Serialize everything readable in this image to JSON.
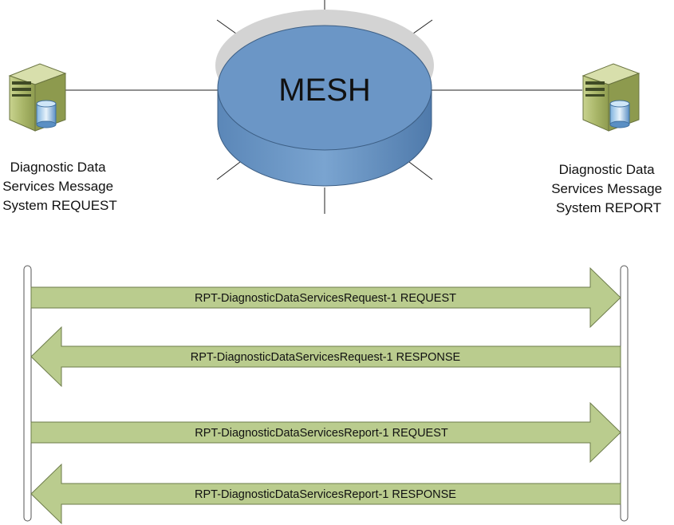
{
  "hub": {
    "title": "MESH"
  },
  "nodes": {
    "left": {
      "caption_lines": [
        "Diagnostic Data",
        "Services Message",
        "System REQUEST"
      ]
    },
    "right": {
      "caption_lines": [
        "Diagnostic Data",
        "Services Message",
        "System REPORT"
      ]
    }
  },
  "messages": [
    {
      "direction": "right",
      "label": "RPT-DiagnosticDataServicesRequest-1 REQUEST"
    },
    {
      "direction": "left",
      "label": "RPT-DiagnosticDataServicesRequest-1 RESPONSE"
    },
    {
      "direction": "right",
      "label": "RPT-DiagnosticDataServicesReport-1 REQUEST"
    },
    {
      "direction": "left",
      "label": "RPT-DiagnosticDataServicesReport-1 RESPONSE"
    }
  ],
  "colors": {
    "hub_fill": "#6b96c6",
    "hub_side": "#5581b3",
    "hub_shadow": "#d3d3d3",
    "arrow_fill": "#bacc8e",
    "arrow_stroke": "#6c7b4a",
    "server_body": "#a9b56a",
    "lifeline_fill": "#ffffff",
    "lifeline_stroke": "#555555",
    "line": "#222222"
  }
}
